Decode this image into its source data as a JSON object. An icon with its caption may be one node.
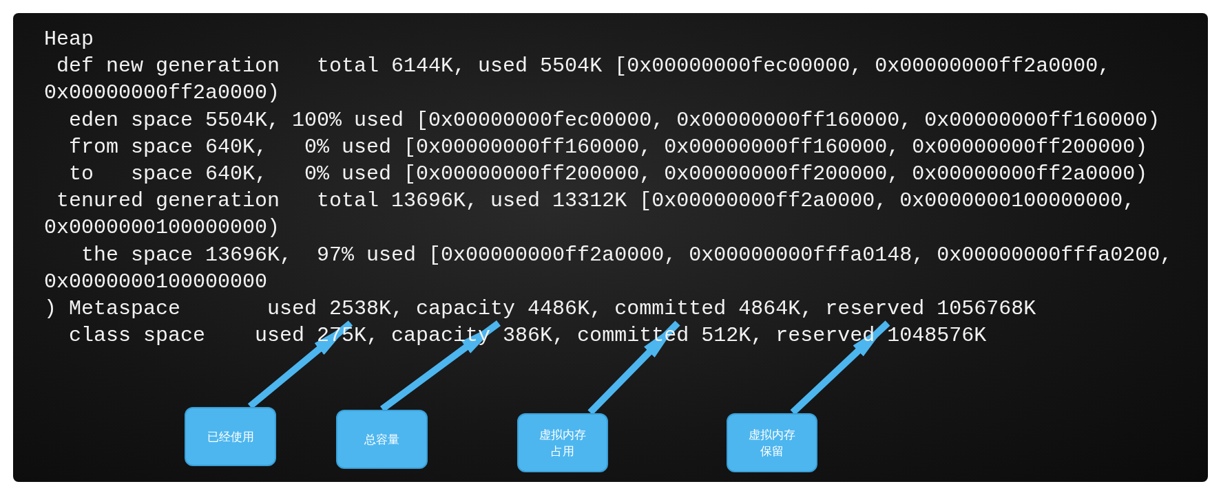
{
  "diagram": {
    "nodes": [
      {
        "text": [
          ") Metaspace       used 2538K, capacity 4486K, committed 4864K, reserved 1056768K"
        ]
      },
      {
        "text": [
          "已经使用"
        ]
      },
      {
        "text": [
          "总容量"
        ]
      },
      {
        "text": [
          "虚拟内存占用"
        ]
      },
      {
        "text": [
          "虚拟内存保留"
        ]
      }
    ],
    "edges": [
      {
        "from": 1,
        "to": 0,
        "arrow": "to"
      },
      {
        "from": 2,
        "to": 0,
        "arrow": "to"
      },
      {
        "from": 3,
        "to": 0,
        "arrow": "to"
      },
      {
        "from": 4,
        "to": 0,
        "arrow": "to"
      }
    ],
    "labels": [
      "Heap",
      "def new generation   total 6144K, used 5504K [0x00000000fec00000, 0x00000000ff2a0000,",
      "0x00000000ff2a0000)",
      "eden space 5504K, 100% used [0x00000000fec00000, 0x00000000ff160000, 0x00000000ff160000)",
      "from space 640K,   0% used [0x00000000ff160000, 0x00000000ff160000, 0x00000000ff200000)",
      "to   space 640K,   0% used [0x00000000ff200000, 0x00000000ff200000, 0x00000000ff2a0000)",
      "tenured generation   total 13696K, used 13312K [0x00000000ff2a0000, 0x0000000100000000,",
      "0x0000000100000000)",
      "the space 13696K,  97% used [0x00000000ff2a0000, 0x00000000fffa0148, 0x00000000fffa0200,",
      "0x0000000100000000",
      "class space    used 275K, capacity 386K, committed 512K, reserved 1048576K"
    ]
  }
}
